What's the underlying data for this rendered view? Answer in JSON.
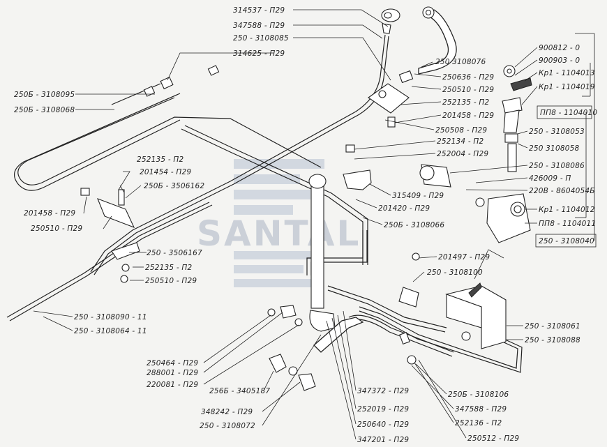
{
  "watermark": {
    "text": "SANTAL",
    "color": "#aab4c4"
  },
  "labels": {
    "l01": "314537 - П29",
    "l02": "347588 - П29",
    "l03": "250 - 3108085",
    "l04": "314625 - П29",
    "l05": "250Б - 3108095",
    "l06": "250Б - 3108068",
    "l07": "252135 - П2",
    "l08": "201454 - П29",
    "l09": "250Б - 3506162",
    "l10": "201458 - П29",
    "l11": "250510 - П29",
    "l12": "250 - 3506167",
    "l13": "252135 - П2",
    "l14": "250510 - П29",
    "l15": "250 - 3108090 - 11",
    "l16": "250 - 3108064 - 11",
    "l17": "250 3108076",
    "l18": "250636 - П29",
    "l19": "250510 - П29",
    "l20": "252135 - П2",
    "l21": "201458 - П29",
    "l22": "250508 - П29",
    "l23": "252134 - П2",
    "l24": "252004 - П29",
    "l25": "315409 - П29",
    "l26": "201420 - П29",
    "l27": "250Б - 3108066",
    "l28": "900812 - 0",
    "l29": "900903 - 0",
    "l30": "Кр1 - 1104013",
    "l31": "Кр1 - 1104019",
    "l32": "ПП8 - 1104010",
    "l33": "250 - 3108053",
    "l34": "250 3108058",
    "l35": "250 - 3108086",
    "l36": "426009 - П",
    "l37": "220В - 8604054Б",
    "l38": "Кр1 - 1104012",
    "l39": "ПП8 - 1104011",
    "l40": "250 - 3108040",
    "l41": "201497 - П29",
    "l42": "250 - 3108100",
    "l43": "250 - 3108061",
    "l44": "250 - 3108088",
    "l45": "250Б - 3108106",
    "l46": "347588 - П29",
    "l47": "252136 - П2",
    "l48": "250512 - П29",
    "l49": "250464 - П29",
    "l50": "288001 - П29",
    "l51": "220081 - П29",
    "l52": "256Б - 3405187",
    "l53": "348242 - П29",
    "l54": "250 - 3108072",
    "l55": "347372 - П29",
    "l56": "252019 - П29",
    "l57": "250640 - П29",
    "l58": "347201 - П29"
  }
}
